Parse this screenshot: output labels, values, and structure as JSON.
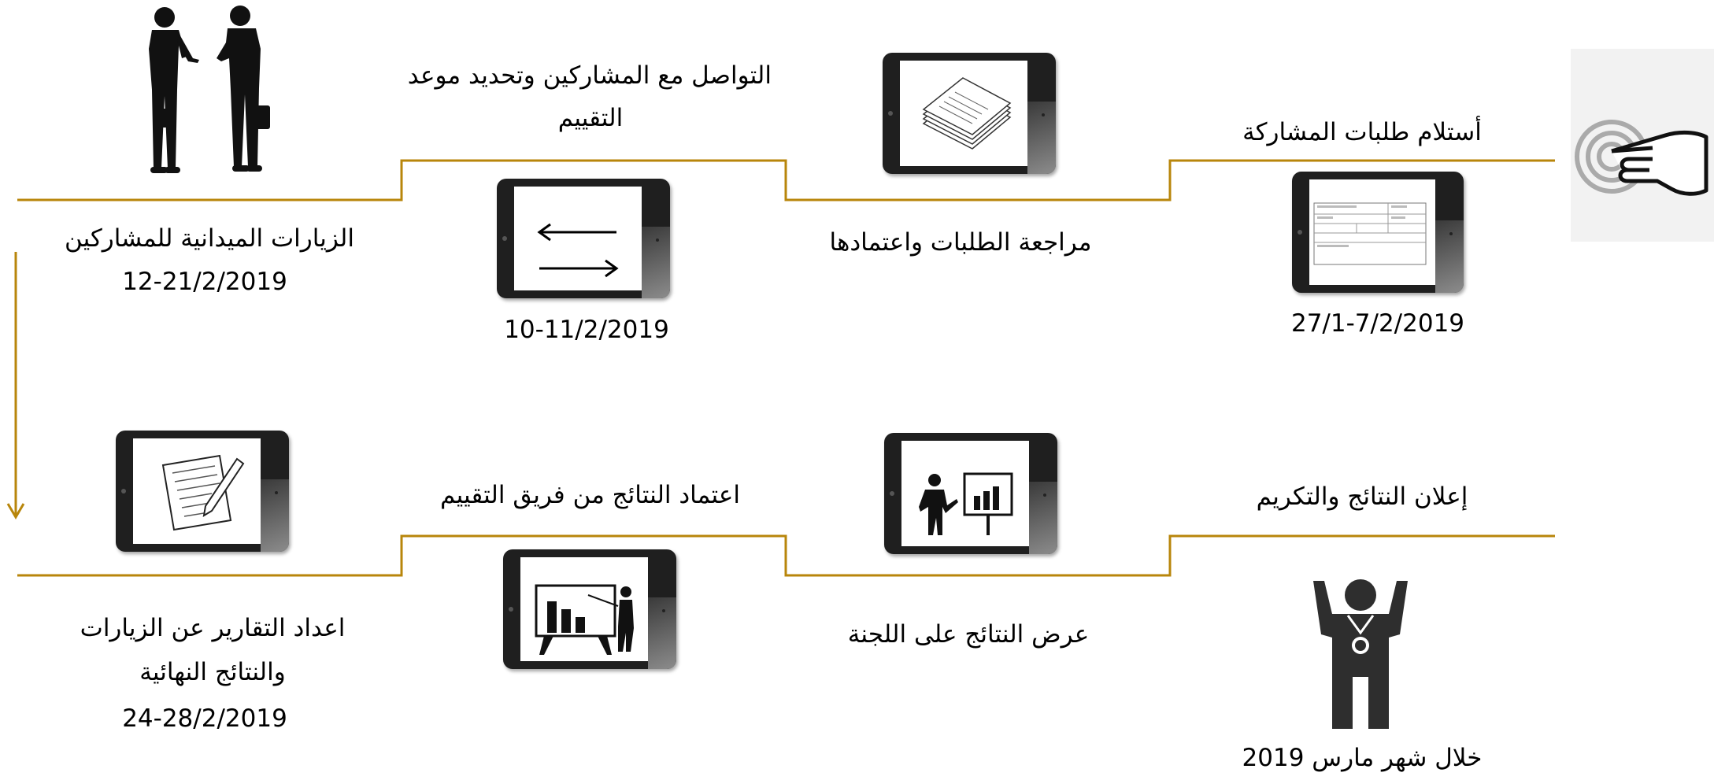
{
  "colors": {
    "line": "#b8860b",
    "device": "#1f1f1f",
    "silhouette": "#111111",
    "figure": "#2e2e2e"
  },
  "steps": {
    "receive_applications": {
      "title": "أستلام طلبات المشاركة",
      "date": "27/1-7/2/2019",
      "icon": "form-tablet-icon"
    },
    "review_applications": {
      "title": "مراجعة الطلبات واعتمادها",
      "icon": "papers-tablet-icon"
    },
    "contact_participants": {
      "title_line1": "التواصل مع المشاركين وتحديد موعد",
      "title_line2": "التقييم",
      "date": "10-11/2/2019",
      "icon": "arrows-tablet-icon"
    },
    "field_visits": {
      "title": "الزيارات الميدانية للمشاركين",
      "date": "12-21/2/2019",
      "icon": "businessmen-icon"
    },
    "prepare_reports": {
      "title_line1": "اعداد التقارير عن الزيارات",
      "title_line2": "والنتائج النهائية",
      "date": "24-28/2/2019",
      "icon": "document-pen-tablet-icon"
    },
    "approve_results": {
      "title": "اعتماد النتائج من فريق التقييم",
      "icon": "presentation-tablet-icon"
    },
    "present_results": {
      "title": "عرض النتائج على اللجنة",
      "icon": "presenter-tablet-icon"
    },
    "announce_results": {
      "title": "إعلان النتائج والتكريم",
      "date": "خلال شهر مارس 2019",
      "icon": "winner-medal-icon"
    }
  },
  "start_icon": "pointing-hand-icon"
}
